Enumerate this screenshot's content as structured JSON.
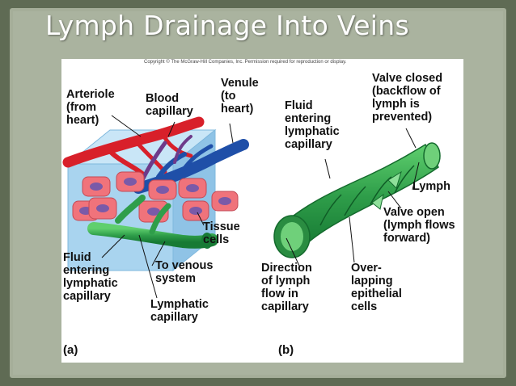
{
  "slide": {
    "title": "Lymph Drainage Into Veins",
    "background_color": "#5f6b54",
    "frame_color": "#a7b09b"
  },
  "figure": {
    "copyright": "Copyright © The McGraw-Hill Companies, Inc. Permission required for reproduction or display.",
    "panel_a": {
      "tag": "(a)",
      "labels": {
        "arteriole": "Arteriole\n(from\nheart)",
        "blood_capillary": "Blood\ncapillary",
        "venule": "Venule\n(to\nheart)",
        "tissue_cells": "Tissue\ncells",
        "fluid_entering": "Fluid\nentering\nlymphatic\ncapillary",
        "to_venous": "To venous\nsystem",
        "lymphatic_capillary": "Lymphatic\ncapillary"
      }
    },
    "panel_b": {
      "tag": "(b)",
      "labels": {
        "fluid_entering": "Fluid\nentering\nlymphatic\ncapillary",
        "valve_closed": "Valve closed\n(backflow of\nlymph is\nprevented)",
        "lymph": "Lymph",
        "valve_open": "Valve open\n(lymph flows\nforward)",
        "direction": "Direction\nof lymph\nflow in\ncapillary",
        "overlapping": "Over-\nlapping\nepithelial\ncells"
      }
    },
    "colors": {
      "artery": "#d8202a",
      "vein": "#1f4fa8",
      "tissue_cell": "#f0737b",
      "nucleus": "#7a5aa8",
      "lymphatic": "#2f9e4a",
      "interstitium": "#a9d4ef"
    }
  }
}
